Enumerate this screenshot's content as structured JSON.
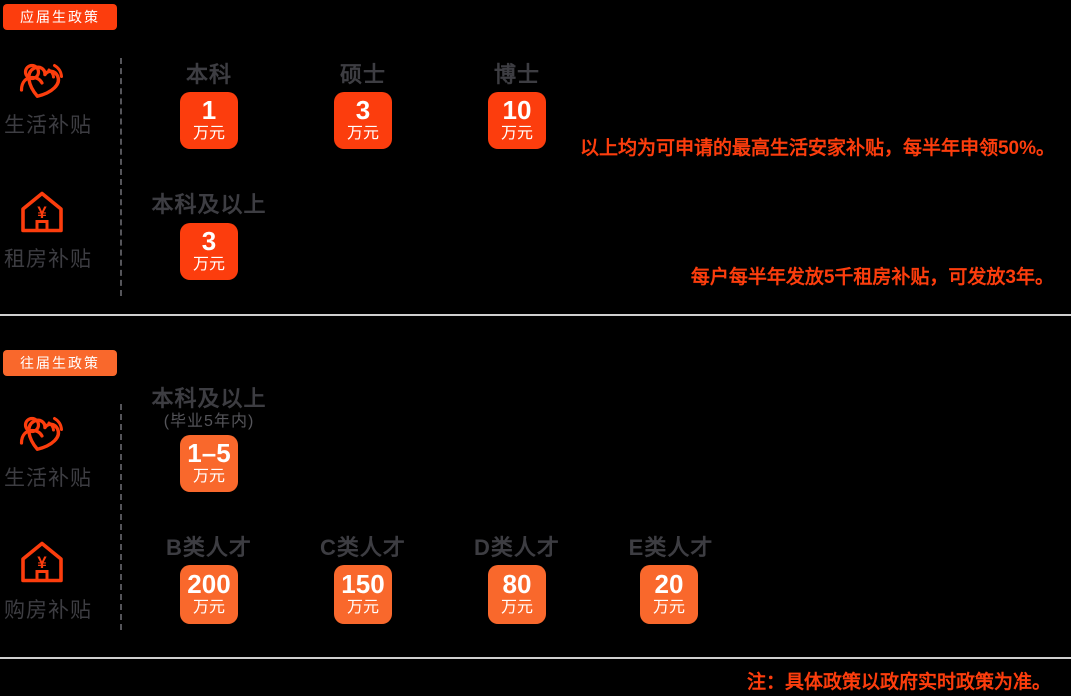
{
  "colors": {
    "background": "#000000",
    "accent_red": "#FC3D0D",
    "accent_orange": "#F9682C",
    "label_gray": "#3d3d42",
    "subheader_gray": "#55555a",
    "divider_gray": "#cfcfcf",
    "box_text": "#ffffff"
  },
  "chart_data": [
    {
      "type": "table",
      "title": "应届生政策",
      "rows": [
        {
          "label": "生活补贴",
          "icon": "people-heart-icon",
          "categories": [
            "本科",
            "硕士",
            "博士"
          ],
          "values": [
            1,
            3,
            10
          ],
          "unit": "万元",
          "note": "以上均为可申请的最高生活安家补贴，每半年申领50%。"
        },
        {
          "label": "租房补贴",
          "icon": "house-yuan-icon",
          "categories": [
            "本科及以上"
          ],
          "values": [
            3
          ],
          "unit": "万元",
          "note": "每户每半年发放5千租房补贴，可发放3年。"
        }
      ]
    },
    {
      "type": "table",
      "title": "往届生政策",
      "rows": [
        {
          "label": "生活补贴",
          "icon": "people-heart-icon",
          "categories": [
            "本科及以上 (毕业5年内)"
          ],
          "values": [
            "1–5"
          ],
          "unit": "万元"
        },
        {
          "label": "购房补贴",
          "icon": "house-yuan-icon",
          "categories": [
            "B类人才",
            "C类人才",
            "D类人才",
            "E类人才"
          ],
          "values": [
            200,
            150,
            80,
            20
          ],
          "unit": "万元"
        }
      ]
    }
  ],
  "sections": [
    {
      "badge": "应届生政策",
      "rows": [
        {
          "label": "生活补贴",
          "columns": [
            {
              "header": "本科",
              "value": "1",
              "unit": "万元"
            },
            {
              "header": "硕士",
              "value": "3",
              "unit": "万元"
            },
            {
              "header": "博士",
              "value": "10",
              "unit": "万元"
            }
          ],
          "note": "以上均为可申请的最高生活安家补贴，每半年申领50%。"
        },
        {
          "label": "租房补贴",
          "columns": [
            {
              "header": "本科及以上",
              "value": "3",
              "unit": "万元"
            }
          ],
          "note": "每户每半年发放5千租房补贴，可发放3年。"
        }
      ]
    },
    {
      "badge": "往届生政策",
      "rows": [
        {
          "label": "生活补贴",
          "columns": [
            {
              "header": "本科及以上",
              "subheader": "(毕业5年内)",
              "value": "1–5",
              "unit": "万元"
            }
          ]
        },
        {
          "label": "购房补贴",
          "columns": [
            {
              "header": "B类人才",
              "value": "200",
              "unit": "万元"
            },
            {
              "header": "C类人才",
              "value": "150",
              "unit": "万元"
            },
            {
              "header": "D类人才",
              "value": "80",
              "unit": "万元"
            },
            {
              "header": "E类人才",
              "value": "20",
              "unit": "万元"
            }
          ]
        }
      ]
    }
  ],
  "footer_note": "注：具体政策以政府实时政策为准。"
}
